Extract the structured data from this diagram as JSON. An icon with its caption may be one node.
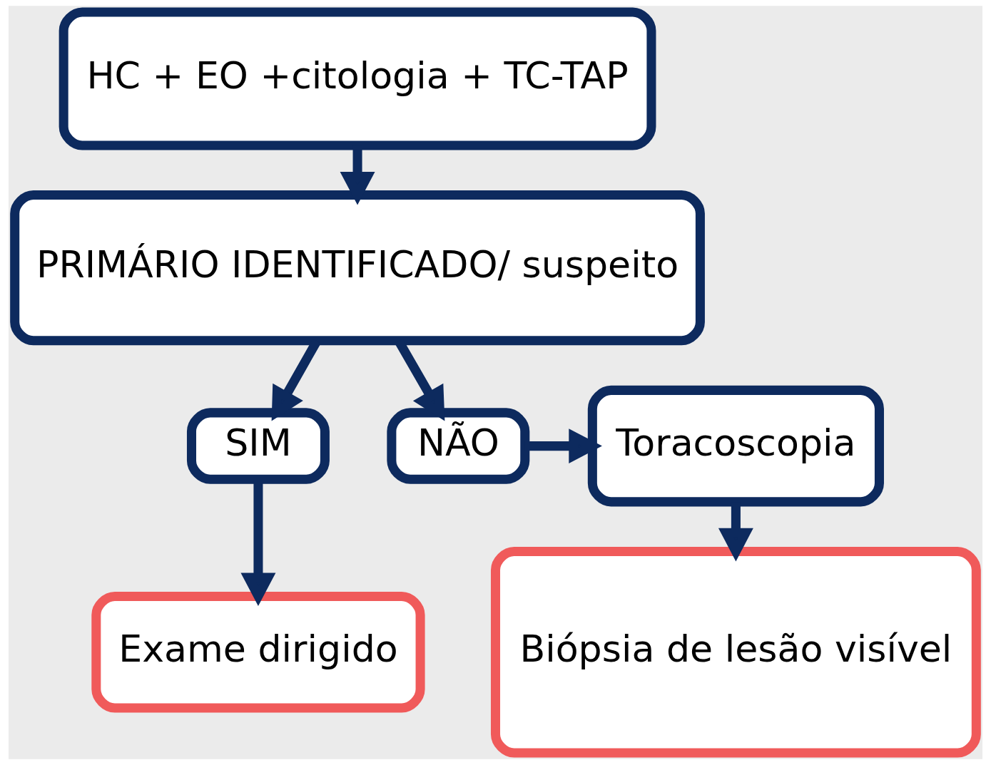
{
  "diagram": {
    "nodes": [
      {
        "text": [
          "HC + EO +citologia + TC-TAP"
        ]
      },
      {
        "text": [
          "PRIMÁRIO IDENTIFICADO/ suspeito"
        ]
      },
      {
        "text": [
          "SIM"
        ]
      },
      {
        "text": [
          "NÃO"
        ]
      },
      {
        "text": [
          "Exame dirigido"
        ]
      },
      {
        "text": [
          "Toracoscopia"
        ]
      },
      {
        "text": [
          "Biópsia de lesão visível"
        ]
      }
    ],
    "edges": [
      {
        "from": 0,
        "to": 1,
        "arrow": "to"
      },
      {
        "from": 1,
        "to": 2,
        "arrow": "to"
      },
      {
        "from": 1,
        "to": 3,
        "arrow": "to"
      },
      {
        "from": 2,
        "to": 4,
        "arrow": "to"
      },
      {
        "from": 3,
        "to": 5,
        "arrow": "to"
      },
      {
        "from": 5,
        "to": 6,
        "arrow": "to"
      }
    ]
  }
}
